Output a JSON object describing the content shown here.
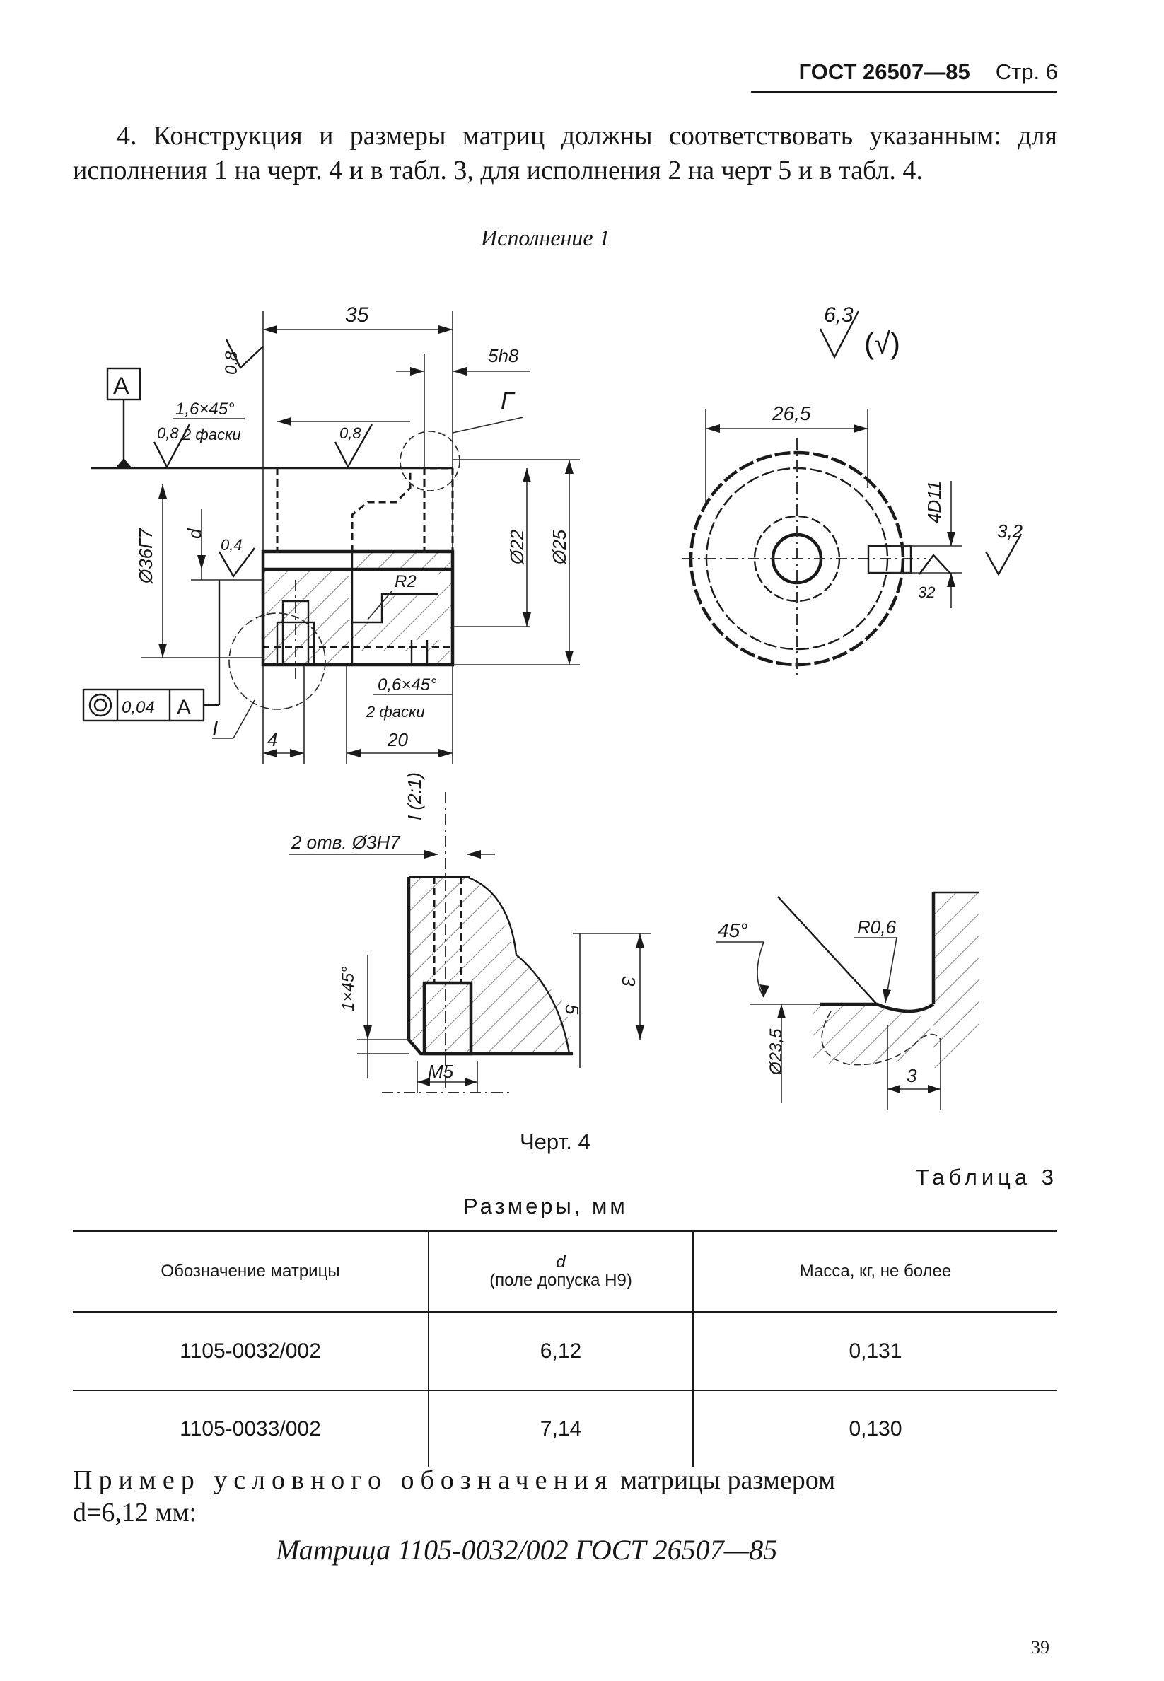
{
  "header": {
    "standard": "ГОСТ 26507—85",
    "page": "Стр. 6"
  },
  "paragraph": "4. Конструкция и размеры матриц должны соответствовать указанным: для исполнения 1 на черт. 4 и в табл. 3, для исполнения 2 на черт 5 и в табл. 4.",
  "variant_label": "Исполнение 1",
  "drawing": {
    "main_view": {
      "datum_letter": "A",
      "dim_length": "35",
      "chamfer_note": "1,6×45°",
      "chamfer_count": "2 фаски",
      "rough_top_left": "0,8",
      "rough_top_mid": "0,8",
      "rough_top_right": "0,8",
      "dim_slot": "5h8",
      "detail_mark_upper": "Г",
      "dim_outer_dia": "Ø36Г7",
      "dim_d": "d",
      "rough_bore": "0,4",
      "radius": "R2",
      "dim_dia_22": "Ø22",
      "dim_dia_25": "Ø25",
      "tolerance_value": "0,04",
      "tolerance_datum": "A",
      "chamfer2_note": "0,6×45°",
      "chamfer2_count": "2 фаски",
      "detail_mark_lower": "I",
      "dim_4": "4",
      "dim_20": "20"
    },
    "end_view": {
      "roughness_general": "6,3",
      "roughness_paren": "(√)",
      "dim_chord": "26,5",
      "dim_slot_width": "4D11",
      "rough_slot": "3,2",
      "dim_slot_depth": "32"
    },
    "detail_i": {
      "scale_label": "I (2:1)",
      "hole_note": "2 отв. Ø3H7",
      "dim_chamfer": "1×45°",
      "dim_5": "5",
      "dim_3": "3",
      "thread": "M5"
    },
    "detail_g": {
      "angle": "45°",
      "radius": "R0,6",
      "dim_dia": "Ø23,5",
      "dim_3": "3"
    }
  },
  "figure_caption": "Черт. 4",
  "table_label": "Таблица 3",
  "units_label": "Размеры, мм",
  "table": {
    "headers": {
      "col1": "Обозначение матрицы",
      "col2_symbol": "d",
      "col2_note": "(поле допуска H9)",
      "col3": "Масса, кг, не более"
    },
    "rows": [
      {
        "designation": "1105-0032/002",
        "d": "6,12",
        "mass": "0,131"
      },
      {
        "designation": "1105-0033/002",
        "d": "7,14",
        "mass": "0,130"
      }
    ]
  },
  "example": {
    "spaced_lead": "Пример условного обозначения",
    "rest": "матрицы размером",
    "line2": "d=6,12 мм:"
  },
  "designation_example": "Матрица 1105-0032/002 ГОСТ 26507—85",
  "page_number": "39"
}
